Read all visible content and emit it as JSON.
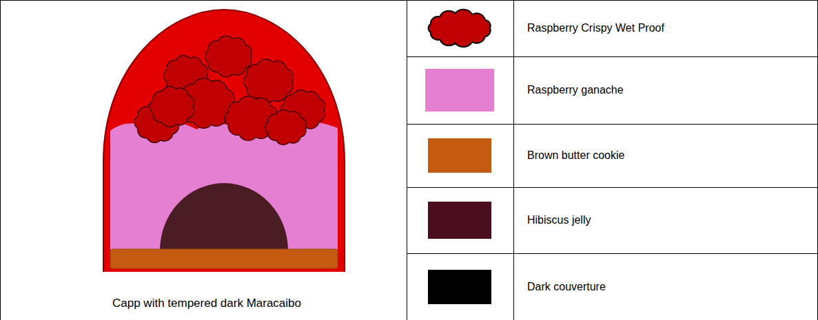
{
  "diagram": {
    "caption": "Capp with tempered dark Maracaibo",
    "legend": [
      {
        "text": "Raspberry Crispy Wet Proof"
      },
      {
        "text": "Raspberry ganache",
        "color": "#e57fd1"
      },
      {
        "text": "Brown butter cookie",
        "color": "#c55a11"
      },
      {
        "text": "Hibiscus jelly",
        "color": "#4a0e1f"
      },
      {
        "text": "Dark couverture",
        "color": "#000000"
      }
    ]
  }
}
